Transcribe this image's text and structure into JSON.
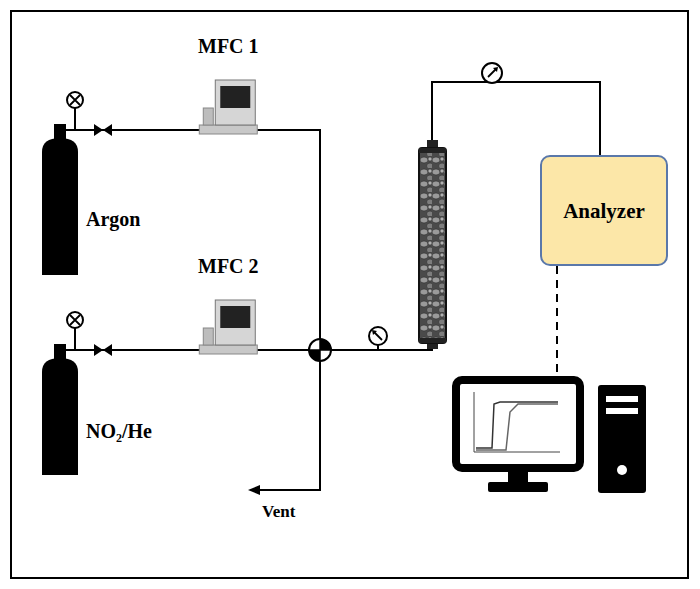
{
  "diagram": {
    "nodes": [
      {
        "text": [
          "MFC 1"
        ]
      },
      {
        "text": [
          "Argon"
        ]
      },
      {
        "text": [
          "MFC 2"
        ]
      },
      {
        "text": [
          "NO₂/He"
        ]
      },
      {
        "text": [
          "Analyzer"
        ]
      }
    ],
    "edges": [
      {
        "from": 1,
        "to": 0,
        "arrow": "none"
      },
      {
        "from": 3,
        "to": 2,
        "arrow": "none"
      }
    ],
    "labels": [
      "Vent"
    ]
  }
}
